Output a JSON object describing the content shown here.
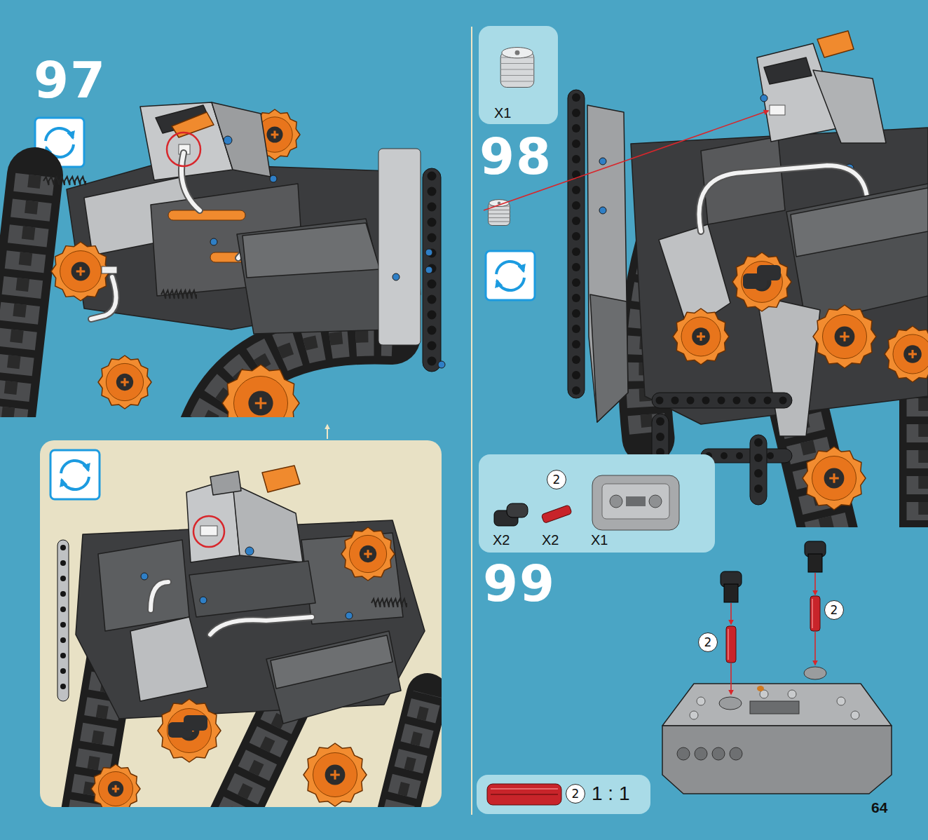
{
  "diagram": {
    "nodes": [
      {
        "text": [
          "X1"
        ]
      },
      {
        "text": [
          "2",
          "X2",
          "X2",
          "X1"
        ]
      },
      {
        "text": [
          "2",
          "1 : 1"
        ]
      }
    ],
    "labels": [
      "97",
      "98",
      "99",
      "2",
      "2",
      "64"
    ]
  }
}
